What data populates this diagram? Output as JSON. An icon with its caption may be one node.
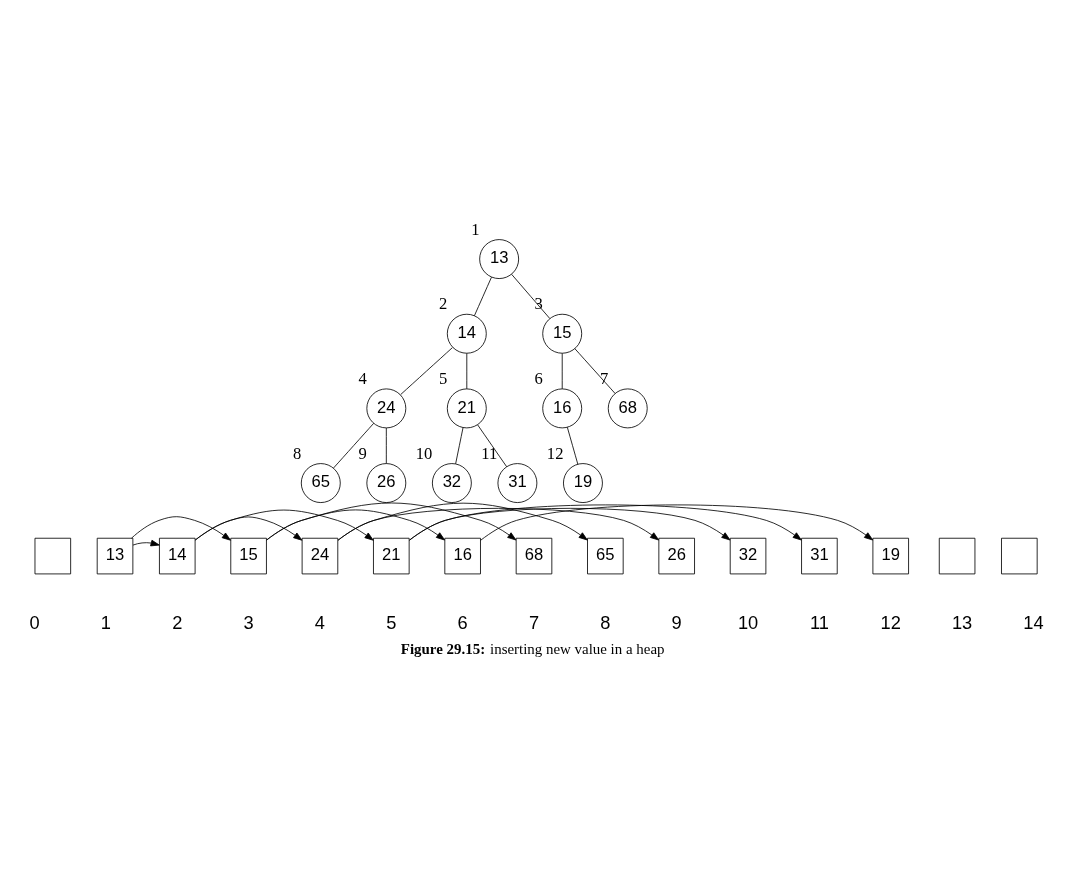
{
  "diagram": {
    "caption": "**Figure 29.15:** inserting new value in a heap",
    "nodes": [
      {
        "text": [
          "13"
        ],
        "beside": [
          "1"
        ]
      },
      {
        "text": [
          "14"
        ],
        "beside": [
          "2"
        ]
      },
      {
        "text": [
          "15"
        ],
        "beside": [
          "3"
        ]
      },
      {
        "text": [
          "24"
        ],
        "beside": [
          "4"
        ]
      },
      {
        "text": [
          "21"
        ],
        "beside": [
          "5"
        ]
      },
      {
        "text": [
          "16"
        ],
        "beside": [
          "6"
        ]
      },
      {
        "text": [
          "68"
        ],
        "beside": [
          "7"
        ]
      },
      {
        "text": [
          "65"
        ],
        "beside": [
          "8"
        ]
      },
      {
        "text": [
          "26"
        ],
        "beside": [
          "9"
        ]
      },
      {
        "text": [
          "32"
        ],
        "beside": [
          "10"
        ]
      },
      {
        "text": [
          "31"
        ],
        "beside": [
          "11"
        ]
      },
      {
        "text": [
          "19"
        ],
        "beside": [
          "12"
        ]
      },
      {
        "text": [],
        "shape": "box"
      },
      {
        "text": [
          "13"
        ]
      },
      {
        "text": [
          "14"
        ]
      },
      {
        "text": [
          "15"
        ]
      },
      {
        "text": [
          "24"
        ]
      },
      {
        "text": [
          "21"
        ]
      },
      {
        "text": [
          "16"
        ]
      },
      {
        "text": [
          "68"
        ]
      },
      {
        "text": [
          "65"
        ]
      },
      {
        "text": [
          "26"
        ]
      },
      {
        "text": [
          "32"
        ]
      },
      {
        "text": [
          "31"
        ]
      },
      {
        "text": [
          "19"
        ]
      },
      {
        "text": [],
        "shape": "box"
      },
      {
        "text": [],
        "shape": "box"
      }
    ],
    "edges": [
      {
        "from": 0,
        "to": 1,
        "arrow": "none"
      },
      {
        "from": 0,
        "to": 2,
        "arrow": "none"
      },
      {
        "from": 1,
        "to": 3,
        "arrow": "none"
      },
      {
        "from": 1,
        "to": 4,
        "arrow": "none"
      },
      {
        "from": 2,
        "to": 5,
        "arrow": "none"
      },
      {
        "from": 2,
        "to": 6,
        "arrow": "none"
      },
      {
        "from": 3,
        "to": 7,
        "arrow": "none"
      },
      {
        "from": 3,
        "to": 8,
        "arrow": "none"
      },
      {
        "from": 4,
        "to": 9,
        "arrow": "none"
      },
      {
        "from": 4,
        "to": 10,
        "arrow": "none"
      },
      {
        "from": 5,
        "to": 11,
        "arrow": "none"
      },
      {
        "from": 13,
        "to": 14,
        "arrow": "to"
      },
      {
        "from": 13,
        "to": 15,
        "arrow": "to"
      },
      {
        "from": 14,
        "to": 16,
        "arrow": "to"
      },
      {
        "from": 14,
        "to": 17,
        "arrow": "to"
      },
      {
        "from": 15,
        "to": 18,
        "arrow": "to"
      },
      {
        "from": 15,
        "to": 19,
        "arrow": "to"
      },
      {
        "from": 16,
        "to": 20,
        "arrow": "to"
      },
      {
        "from": 16,
        "to": 21,
        "arrow": "to"
      },
      {
        "from": 17,
        "to": 22,
        "arrow": "to"
      },
      {
        "from": 17,
        "to": 23,
        "arrow": "to"
      },
      {
        "from": 18,
        "to": 24,
        "arrow": "to"
      }
    ],
    "labels": [
      "0",
      "1",
      "2",
      "3",
      "4",
      "5",
      "6",
      "7",
      "8",
      "9",
      "10",
      "11",
      "12",
      "13",
      "14"
    ]
  }
}
